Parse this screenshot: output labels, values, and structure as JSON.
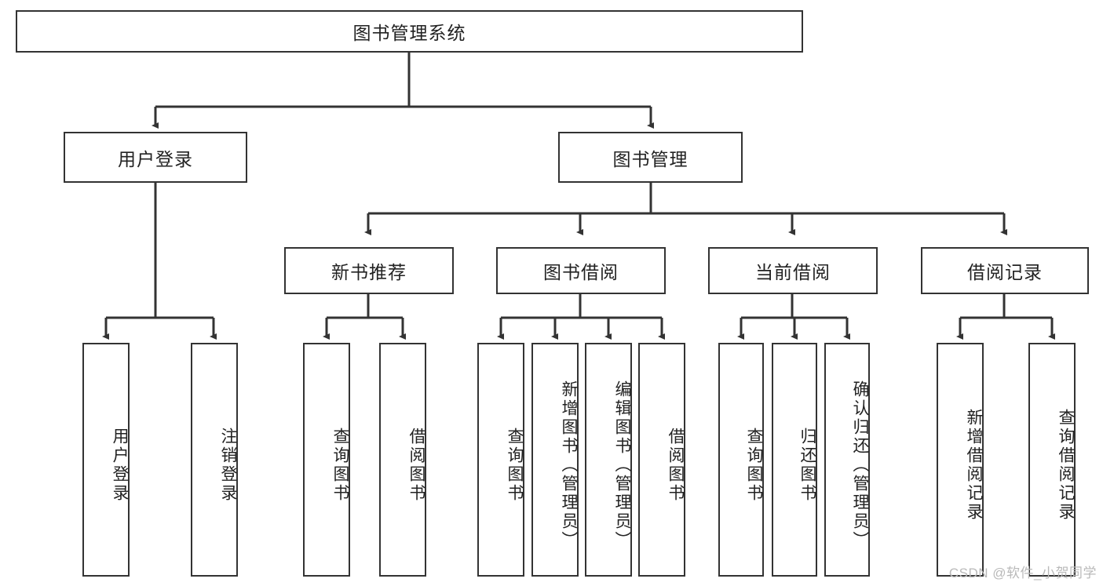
{
  "diagram": {
    "title": "图书管理系统",
    "type": "tree-hierarchy-diagram",
    "watermark": "CSDN @软件_小贺同学",
    "colors": {
      "box_border": "#333333",
      "box_fill": "#ffffff",
      "edge": "#333333",
      "text": "#222222",
      "watermark": "#b9b9b9",
      "background": "#ffffff"
    },
    "root": {
      "label": "图书管理系统"
    },
    "level2": [
      {
        "label": "用户登录"
      },
      {
        "label": "图书管理"
      }
    ],
    "level3": [
      {
        "label": "新书推荐"
      },
      {
        "label": "图书借阅"
      },
      {
        "label": "当前借阅"
      },
      {
        "label": "借阅记录"
      }
    ],
    "leaves": {
      "user_login": [
        {
          "label": "用户登录"
        },
        {
          "label": "注销登录"
        }
      ],
      "new_book_recommend": [
        {
          "label": "查询图书"
        },
        {
          "label": "借阅图书"
        }
      ],
      "book_borrow": [
        {
          "label": "查询图书"
        },
        {
          "label": "新增图书（管理员）"
        },
        {
          "label": "编辑图书（管理员）"
        },
        {
          "label": "借阅图书"
        }
      ],
      "current_borrow": [
        {
          "label": "查询图书"
        },
        {
          "label": "归还图书"
        },
        {
          "label": "确认归还（管理员）"
        }
      ],
      "borrow_record": [
        {
          "label": "新增借阅记录"
        },
        {
          "label": "查询借阅记录"
        }
      ]
    }
  }
}
